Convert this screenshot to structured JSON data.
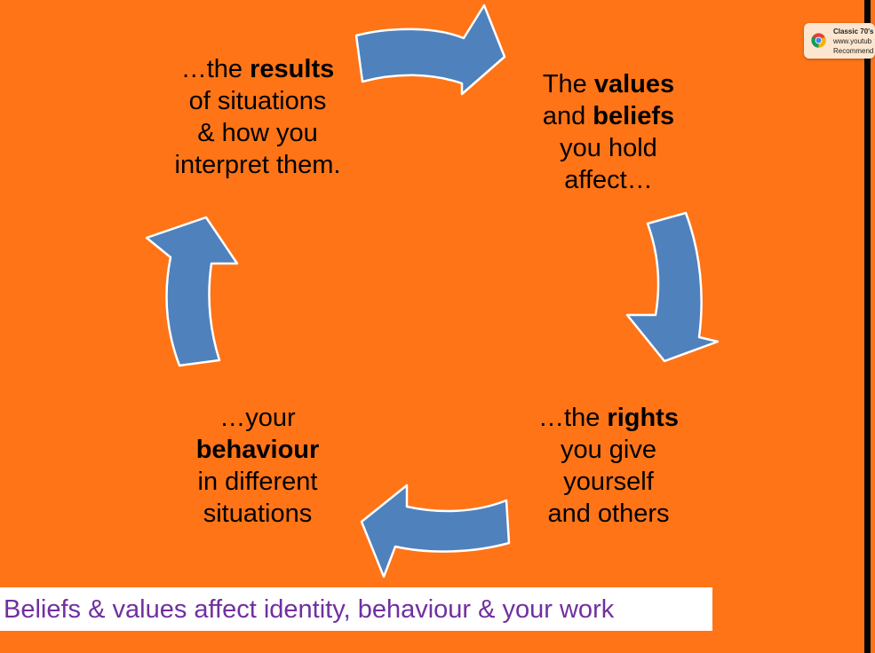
{
  "colors": {
    "background": "#ff7417",
    "arrow_fill": "#4f81bd",
    "arrow_stroke": "#ffffff",
    "caption_text": "#7030a0",
    "caption_bg": "#ffffff"
  },
  "diagram": {
    "top_left": {
      "line1_pre": "…the ",
      "line1_bold": "results",
      "line2": "of situations",
      "line3": "& how you",
      "line4": "interpret them."
    },
    "top_right": {
      "line1_pre": "The ",
      "line1_bold": "values",
      "line2_pre": "and ",
      "line2_bold": "beliefs",
      "line3": "you hold",
      "line4": "affect…"
    },
    "bottom_right": {
      "line1_pre": "…the ",
      "line1_bold": "rights",
      "line2": "you give",
      "line3": "yourself",
      "line4": "and others"
    },
    "bottom_left": {
      "line1": "…your",
      "line2_bold": "behaviour",
      "line3": "in different",
      "line4": "situations"
    },
    "arrows": [
      "arrow-right",
      "arrow-down",
      "arrow-left",
      "arrow-up"
    ]
  },
  "caption": "Beliefs & values affect identity, behaviour & your work",
  "notification": {
    "icon": "chrome-icon",
    "title": "Classic 70's",
    "url": "www.youtub",
    "sub": "Recommend"
  }
}
